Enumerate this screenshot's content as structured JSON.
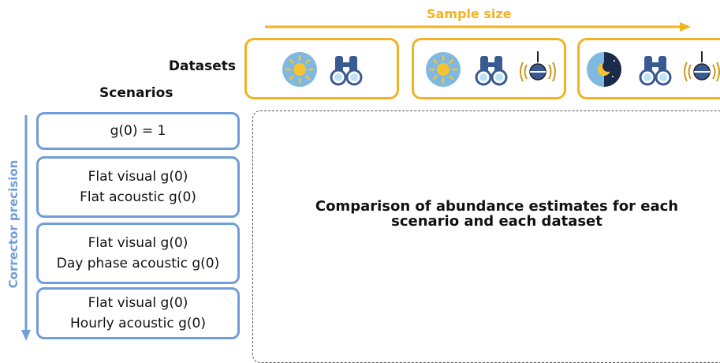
{
  "header": {
    "sample_size_label": "Sample size",
    "datasets_label": "Datasets",
    "scenarios_label": "Scenarios"
  },
  "datasets": [
    {
      "icons": [
        "sun-icon",
        "binoculars-icon"
      ]
    },
    {
      "icons": [
        "sun-icon",
        "binoculars-icon",
        "hydrophone-icon"
      ]
    },
    {
      "icons": [
        "day-night-icon",
        "binoculars-icon",
        "hydrophone-icon"
      ]
    }
  ],
  "scenarios": [
    {
      "lines": [
        "g(0) = 1"
      ]
    },
    {
      "lines": [
        "Flat visual g(0)",
        "Flat acoustic g(0)"
      ]
    },
    {
      "lines": [
        "Flat visual g(0)",
        "Day phase acoustic g(0)"
      ]
    },
    {
      "lines": [
        "Flat visual g(0)",
        "Hourly acoustic g(0)"
      ]
    }
  ],
  "axis": {
    "corrector_precision_label": "Corrector precision"
  },
  "comparison": {
    "line1": "Comparison of abundance estimates for each",
    "line2": "scenario and each dataset"
  },
  "colors": {
    "dataset_border": "#f0b323",
    "scenario_border": "#6f9ed8",
    "sun_bg": "#7fb8e0",
    "sun": "#f4c430",
    "night": "#1b2b4b"
  }
}
